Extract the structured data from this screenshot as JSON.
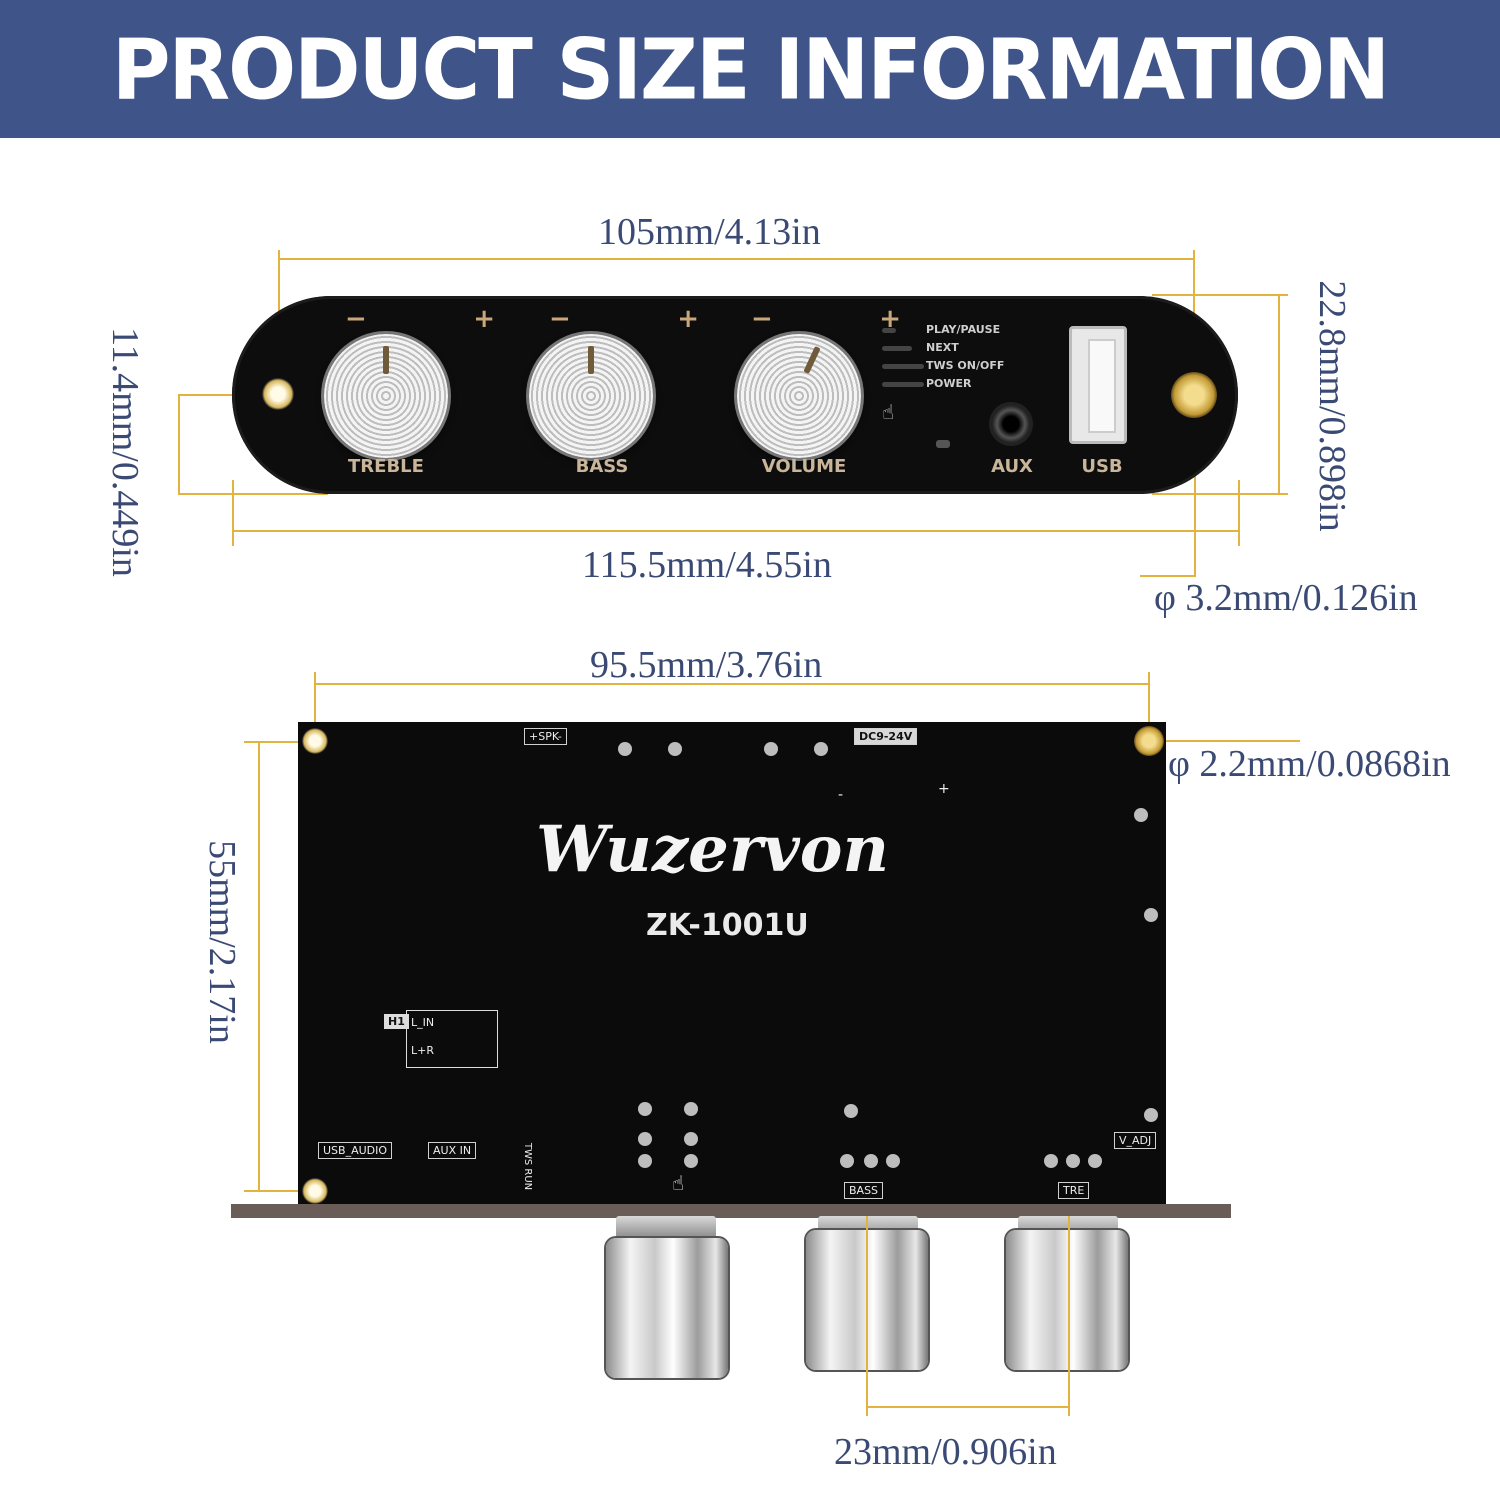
{
  "banner": {
    "title": "PRODUCT SIZE INFORMATION"
  },
  "dimensions": {
    "front_hole_spacing": "105mm/4.13in",
    "front_total_width": "115.5mm/4.55in",
    "front_height": "22.8mm/0.898in",
    "front_hole_height": "11.4mm/0.449in",
    "front_hole_diameter": "φ 3.2mm/0.126in",
    "pcb_hole_spacing": "95.5mm/3.76in",
    "pcb_hole_diameter": "φ 2.2mm/0.0868in",
    "pcb_height": "55mm/2.17in",
    "knob_spacing": "23mm/0.906in"
  },
  "front_panel": {
    "knobs": [
      {
        "label": "TREBLE",
        "minus": "−",
        "plus": "+"
      },
      {
        "label": "BASS",
        "minus": "−",
        "plus": "+"
      },
      {
        "label": "VOLUME",
        "minus": "−",
        "plus": "+"
      }
    ],
    "modes": [
      "PLAY/PAUSE",
      "NEXT",
      "TWS ON/OFF",
      "POWER"
    ],
    "touch_icon": "hand-touch-icon",
    "ports": {
      "aux": "AUX",
      "usb": "USB"
    }
  },
  "pcb": {
    "brand": "Wuzervon",
    "model": "ZK-1001U",
    "silk": {
      "spk": "+SPK-",
      "dc": "DC9-24V",
      "h1": "H1",
      "l_in": "L_IN",
      "l_r": "L+R",
      "usb_audio": "USB_AUDIO",
      "aux_in": "AUX IN",
      "tws_run": "TWS RUN",
      "bass": "BASS",
      "tre": "TRE",
      "v_adj": "V_ADJ",
      "minus": "-",
      "plus": "+"
    }
  },
  "colors": {
    "banner": "#3f5488",
    "guide": "#e2b33e",
    "text": "#3a4a74"
  }
}
